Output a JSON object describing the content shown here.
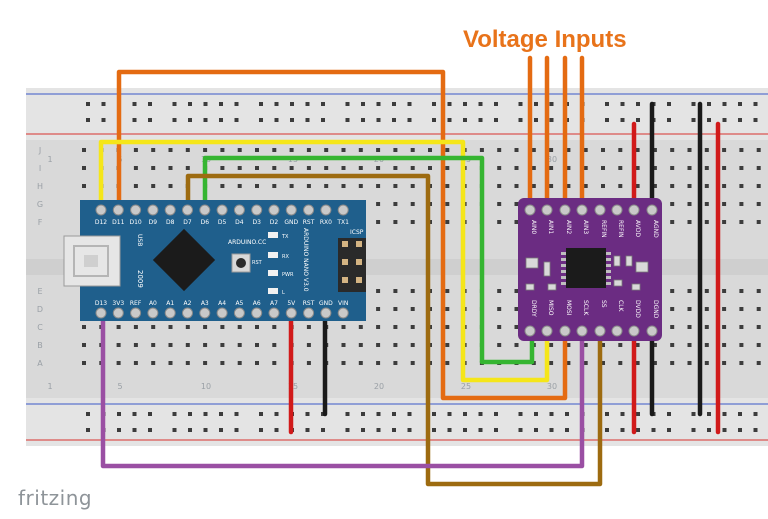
{
  "title": "Voltage Inputs",
  "logo": "fritzing",
  "breadboard": {
    "row_letters_top": [
      "J",
      "I",
      "H",
      "G",
      "F"
    ],
    "row_letters_bottom": [
      "E",
      "D",
      "C",
      "B",
      "A"
    ],
    "col_numbers": [
      "1",
      "5",
      "10",
      "15",
      "20",
      "25",
      "30"
    ]
  },
  "nano": {
    "top_pins": [
      "D12",
      "D11",
      "D10",
      "D9",
      "D8",
      "D7",
      "D6",
      "D5",
      "D4",
      "D3",
      "D2",
      "GND",
      "RST",
      "RX0",
      "TX1"
    ],
    "bottom_pins": [
      "D13",
      "3V3",
      "REF",
      "A0",
      "A1",
      "A2",
      "A3",
      "A4",
      "A5",
      "A6",
      "A7",
      "5V",
      "RST",
      "GND",
      "VIN"
    ],
    "brand": "ARDUINO.CC",
    "model": "ARDUINO NANO V3.0",
    "icsp": "ICSP",
    "usb": "USB",
    "year": "2009",
    "rst_button": "RST",
    "leds": [
      "TX",
      "RX",
      "PWR",
      "L"
    ]
  },
  "adc": {
    "top_pins": [
      "AIN0",
      "AIN1",
      "AIN2",
      "AIN3",
      "REFIN",
      "REFIN",
      "AVDD",
      "AGND"
    ],
    "bottom_pins": [
      "DRDY",
      "MISO",
      "MOSI",
      "SCLK",
      "SS",
      "CLK",
      "DVDD",
      "DGND"
    ]
  },
  "colors": {
    "orange": "#e46b12",
    "yellow": "#f5e619",
    "green": "#35b531",
    "brown": "#9d6b10",
    "purple": "#9a4fa3",
    "red": "#d11a1a",
    "black": "#1a1a1a",
    "nano_blue": "#1f5f8c",
    "adc_purple": "#6b2c82"
  }
}
